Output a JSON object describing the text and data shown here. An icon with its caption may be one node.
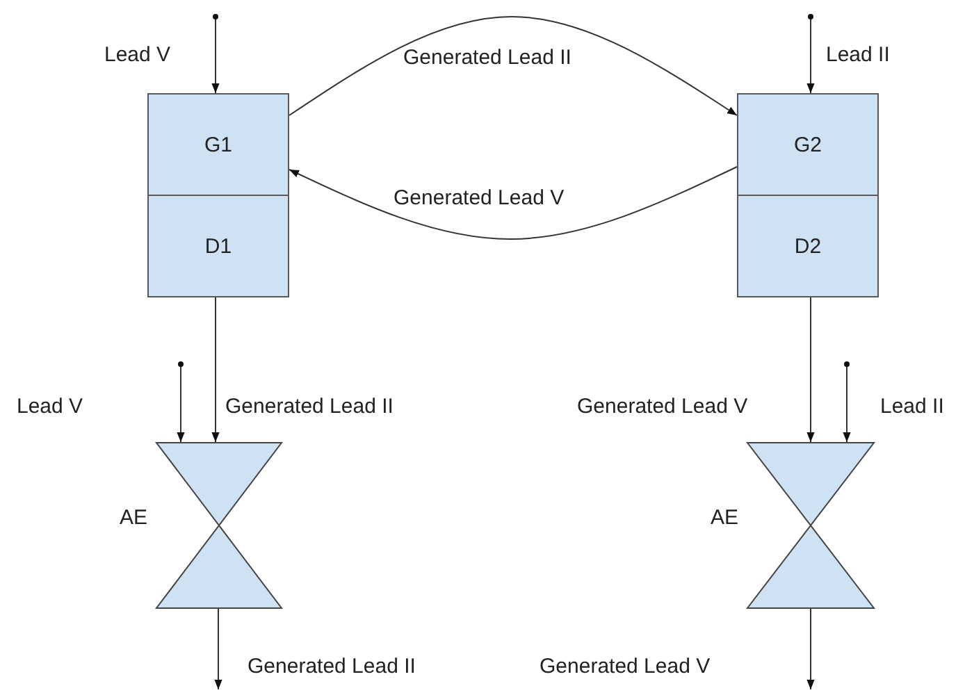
{
  "diagram": {
    "nodes": [
      {
        "text": [
          "G1"
        ]
      },
      {
        "text": [
          "D1"
        ]
      },
      {
        "text": [
          "G2"
        ]
      },
      {
        "text": [
          "D2"
        ]
      },
      {
        "text": [
          "AE"
        ]
      },
      {
        "text": [
          "AE"
        ]
      }
    ],
    "edges": [
      {
        "from": null,
        "to": 0,
        "arrow": "to",
        "label": "Lead V"
      },
      {
        "from": 0,
        "to": 2,
        "arrow": "to",
        "label": "Generated Lead II"
      },
      {
        "from": 2,
        "to": 0,
        "arrow": "to",
        "label": "Generated Lead V"
      },
      {
        "from": null,
        "to": 2,
        "arrow": "to",
        "label": "Lead II"
      },
      {
        "from": 1,
        "to": 4,
        "arrow": "to",
        "label": "Generated Lead II"
      },
      {
        "from": null,
        "to": 4,
        "arrow": "to",
        "label": "Lead V"
      },
      {
        "from": 3,
        "to": 5,
        "arrow": "to",
        "label": "Generated Lead V"
      },
      {
        "from": null,
        "to": 5,
        "arrow": "to",
        "label": "Lead II"
      },
      {
        "from": 4,
        "to": null,
        "arrow": "to",
        "label": "Generated Lead II"
      },
      {
        "from": 5,
        "to": null,
        "arrow": "to",
        "label": "Generated Lead V"
      }
    ]
  }
}
